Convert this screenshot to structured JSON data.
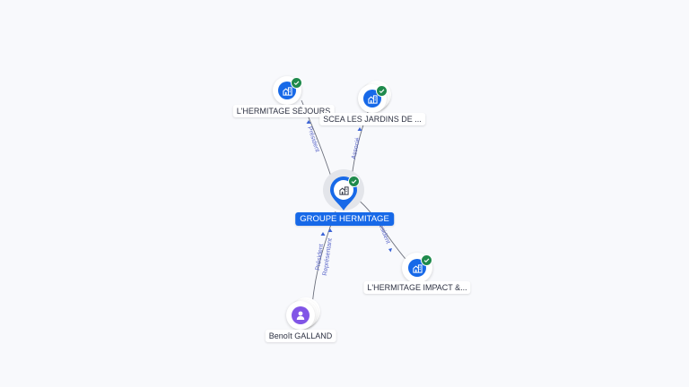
{
  "diagram": {
    "colors": {
      "background": "#f8f9fc",
      "company": "#1769e8",
      "person": "#8155e6",
      "verified": "#1f8a4c",
      "edge_label": "#5b67c9"
    },
    "nodes": [
      {
        "id": "groupe",
        "label": "GROUPE HERMITAGE",
        "type": "company",
        "icon": "building-icon",
        "verified": true,
        "central": true
      },
      {
        "id": "sejours",
        "label": "L'HERMITAGE SÉJOURS",
        "type": "company",
        "icon": "building-icon",
        "verified": true
      },
      {
        "id": "scea",
        "label": "SCEA LES JARDINS DE ...",
        "type": "company",
        "icon": "building-icon",
        "verified": true
      },
      {
        "id": "impact",
        "label": "L'HERMITAGE IMPACT &...",
        "type": "company",
        "icon": "building-icon",
        "verified": true
      },
      {
        "id": "galland",
        "label": "Benoît GALLAND",
        "type": "person",
        "icon": "person-icon",
        "verified": false
      }
    ],
    "edges": [
      {
        "from": "groupe",
        "to": "sejours",
        "label": "Président"
      },
      {
        "from": "groupe",
        "to": "scea",
        "label": "Associé"
      },
      {
        "from": "groupe",
        "to": "impact",
        "label": "Président"
      },
      {
        "from": "galland",
        "to": "groupe",
        "label": "Président"
      },
      {
        "from": "galland",
        "to": "groupe",
        "label": "Représentant"
      }
    ]
  }
}
